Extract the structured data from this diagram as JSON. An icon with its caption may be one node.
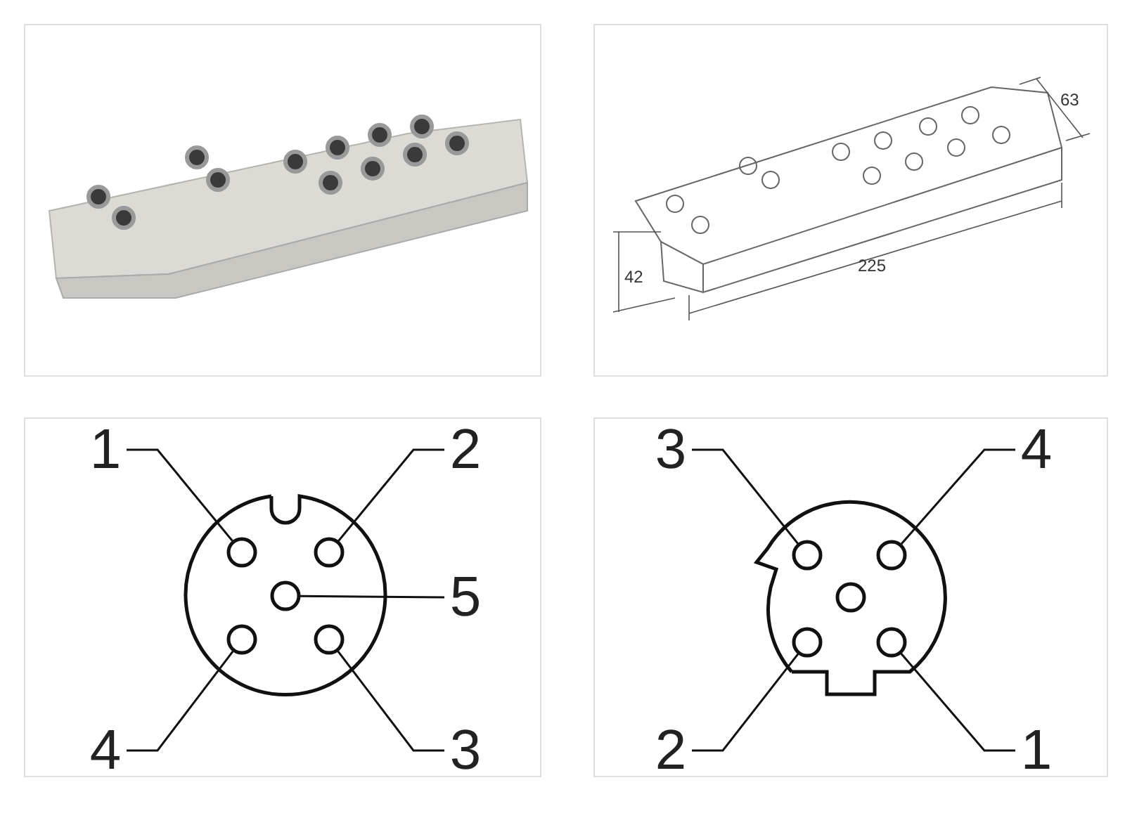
{
  "diagram": {
    "nodes": [
      {
        "text": [
          "1"
        ]
      },
      {
        "text": [
          "2"
        ]
      },
      {
        "text": [
          "5"
        ]
      },
      {
        "text": [
          "4"
        ]
      },
      {
        "text": [
          "3"
        ]
      },
      {
        "text": [],
        "shape": "circle"
      },
      {
        "text": [],
        "shape": "circle"
      },
      {
        "text": [],
        "shape": "circle"
      },
      {
        "text": [],
        "shape": "circle"
      },
      {
        "text": [],
        "shape": "circle"
      },
      {
        "text": [
          "3"
        ]
      },
      {
        "text": [
          "4"
        ]
      },
      {
        "text": [
          "2"
        ]
      },
      {
        "text": [
          "1"
        ]
      },
      {
        "text": [],
        "shape": "circle"
      },
      {
        "text": [],
        "shape": "circle"
      },
      {
        "text": [],
        "shape": "circle"
      },
      {
        "text": [],
        "shape": "circle"
      },
      {
        "text": [],
        "shape": "circle"
      }
    ],
    "edges": [
      {
        "from": 0,
        "to": 5,
        "arrow": "none"
      },
      {
        "from": 1,
        "to": 6,
        "arrow": "none"
      },
      {
        "from": 2,
        "to": 7,
        "arrow": "none"
      },
      {
        "from": 3,
        "to": 8,
        "arrow": "none"
      },
      {
        "from": 4,
        "to": 9,
        "arrow": "none"
      },
      {
        "from": 10,
        "to": 14,
        "arrow": "none"
      },
      {
        "from": 11,
        "to": 15,
        "arrow": "none"
      },
      {
        "from": 12,
        "to": 17,
        "arrow": "none"
      },
      {
        "from": 13,
        "to": 18,
        "arrow": "none"
      }
    ],
    "labels": [
      "63",
      "42",
      "225"
    ]
  }
}
